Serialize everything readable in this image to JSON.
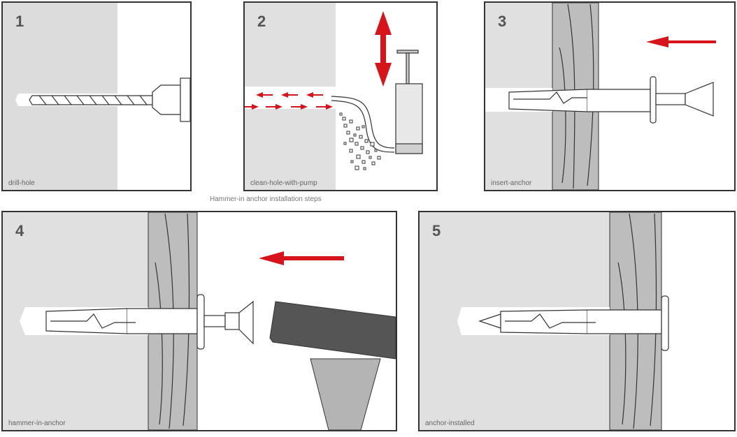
{
  "title": "Hammer-in anchor installation steps",
  "colors": {
    "wall": "#dcdcdc",
    "wall_light": "#e4e4e4",
    "plaster": "#bdbdbd",
    "arrow_red": "#d7141a",
    "outline": "#333333",
    "hammer_head": "#555555",
    "hammer_handle": "#b4b4b4"
  },
  "steps": [
    {
      "number": "1",
      "action": "drill-hole"
    },
    {
      "number": "2",
      "action": "clean-hole-with-pump"
    },
    {
      "number": "3",
      "action": "insert-anchor"
    },
    {
      "number": "4",
      "action": "hammer-in-anchor"
    },
    {
      "number": "5",
      "action": "anchor-installed"
    }
  ]
}
